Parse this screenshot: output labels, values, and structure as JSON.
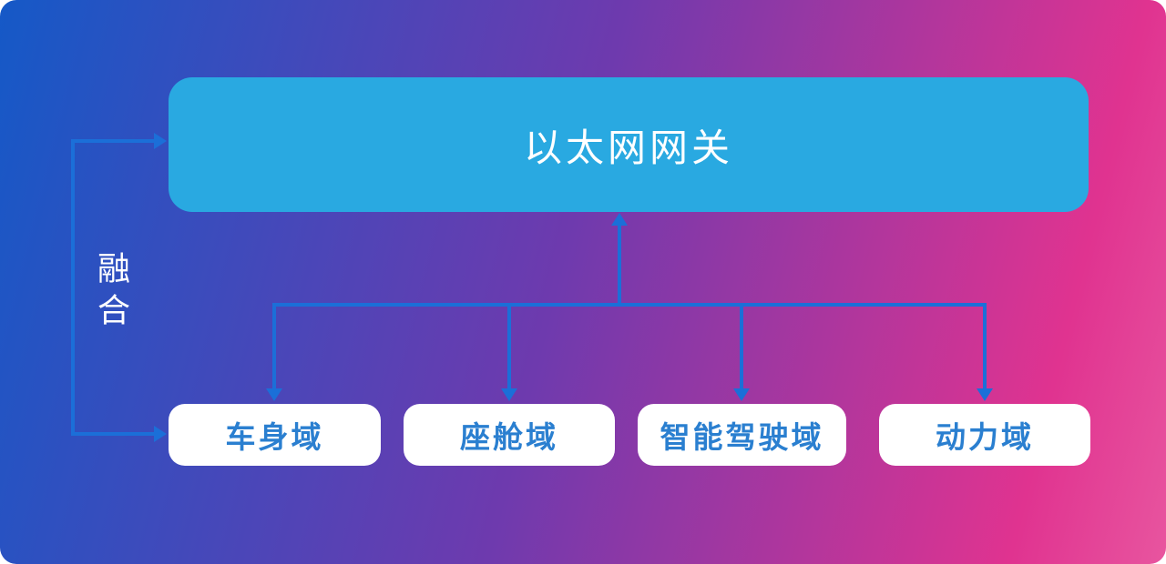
{
  "diagram": {
    "gateway": {
      "label": "以太网网关"
    },
    "domains": [
      {
        "label": "车身域"
      },
      {
        "label": "座舱域"
      },
      {
        "label": "智能驾驶域"
      },
      {
        "label": "动力域"
      }
    ],
    "side_label": "融合"
  },
  "colors": {
    "bg_start": "#1559c7",
    "bg_mid": "#6e3aae",
    "bg_end": "#e03390",
    "gateway_fill": "#29a9e1",
    "connector": "#1b6fd8",
    "domain_text": "#2a7fd0"
  }
}
